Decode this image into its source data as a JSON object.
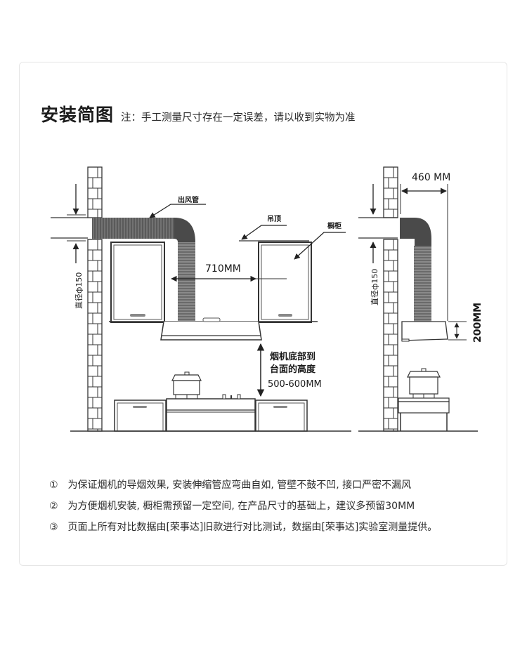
{
  "header": {
    "title": "安装简图",
    "note": "注：手工测量尺寸存在一定误差，请以收到实物为准"
  },
  "diagram": {
    "front_view": {
      "duct_label": "出风管",
      "ceiling_label": "吊顶",
      "cabinet_label": "橱柜",
      "cabinet_gap_label": "710MM",
      "duct_diameter_label": "直径ф150",
      "height_label_line1": "烟机底部到",
      "height_label_line2": "台面的高度",
      "height_label_line3": "500-600MM"
    },
    "side_view": {
      "depth_label": "460 MM",
      "hood_height_label": "200MM",
      "duct_diameter_label": "直径ф150"
    }
  },
  "notes": [
    {
      "num": "①",
      "text": "为保证烟机的导烟效果, 安装伸缩管应弯曲自如, 管壁不鼓不凹, 接口严密不漏风"
    },
    {
      "num": "②",
      "text": "为方便烟机安装, 橱柜需预留一定空间, 在产品尺寸的基础上，建议多预留30MM"
    },
    {
      "num": "③",
      "text": "页面上所有对比数据由[荣事达]旧款进行对比测试，数据由[荣事达]实验室测量提供。"
    }
  ],
  "colors": {
    "line": "#333333",
    "duct": "#555555",
    "border": "#e6e6e6"
  }
}
